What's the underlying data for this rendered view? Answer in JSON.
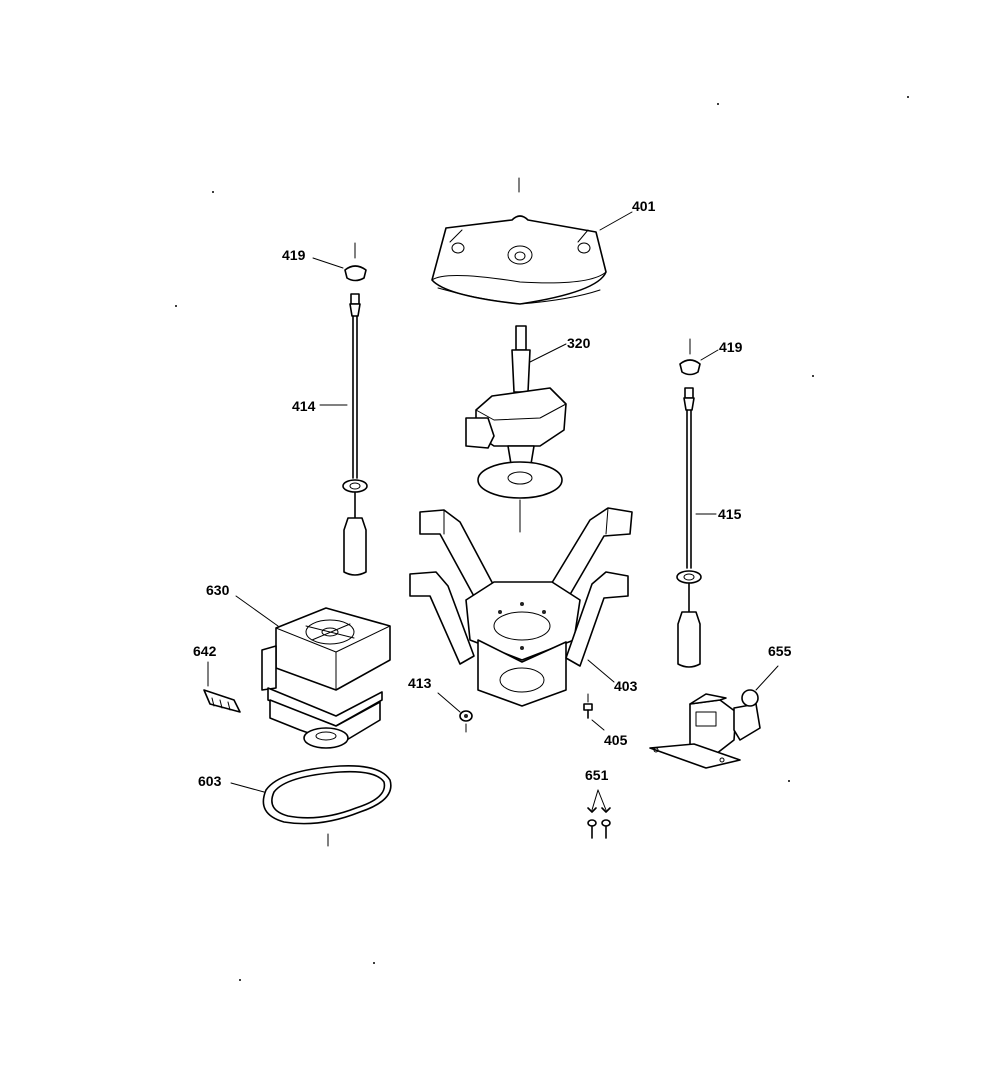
{
  "labels": {
    "p401": "401",
    "p419a": "419",
    "p419b": "419",
    "p320": "320",
    "p414": "414",
    "p415": "415",
    "p630": "630",
    "p642": "642",
    "p413": "413",
    "p403": "403",
    "p405": "405",
    "p655": "655",
    "p603": "603",
    "p651": "651"
  }
}
